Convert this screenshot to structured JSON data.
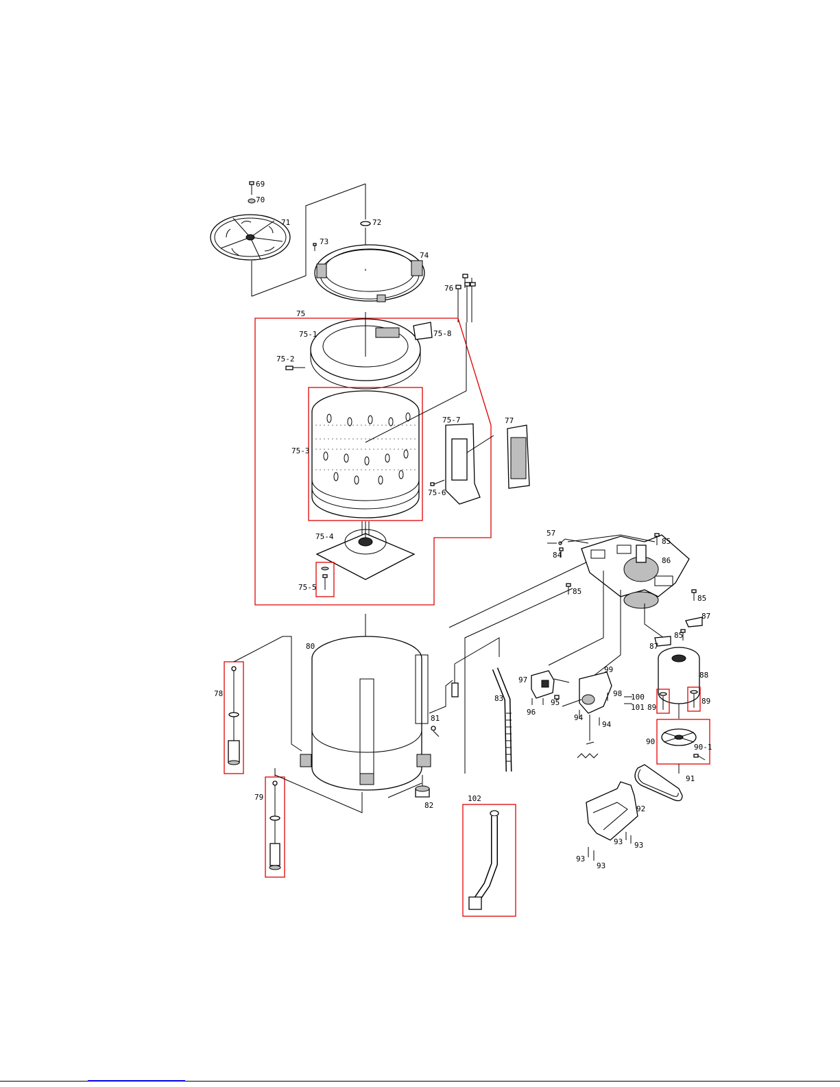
{
  "labels": {
    "p69": "69",
    "p70": "70",
    "p71": "71",
    "p72": "72",
    "p73": "73",
    "p74": "74",
    "p75": "75",
    "p75_1": "75-1",
    "p75_2": "75-2",
    "p75_3": "75-3",
    "p75_4": "75-4",
    "p75_5": "75-5",
    "p75_6": "75-6",
    "p75_7": "75-7",
    "p75_8": "75-8",
    "p76": "76",
    "p77": "77",
    "p78": "78",
    "p79": "79",
    "p80": "80",
    "p81": "81",
    "p82": "82",
    "p83": "83",
    "p84": "84",
    "p85": "85",
    "p86": "86",
    "p87": "87",
    "p88": "88",
    "p89": "89",
    "p90": "90",
    "p90_1": "90-1",
    "p91": "91",
    "p92": "92",
    "p93": "93",
    "p94": "94",
    "p95": "95",
    "p96": "96",
    "p97": "97",
    "p98": "98",
    "p99": "99",
    "p100": "100",
    "p101": "101",
    "p102": "102",
    "p57": "57"
  },
  "colors": {
    "highlight": "#e00000",
    "line": "#000000",
    "background": "#ffffff",
    "link": "#0000ee"
  }
}
